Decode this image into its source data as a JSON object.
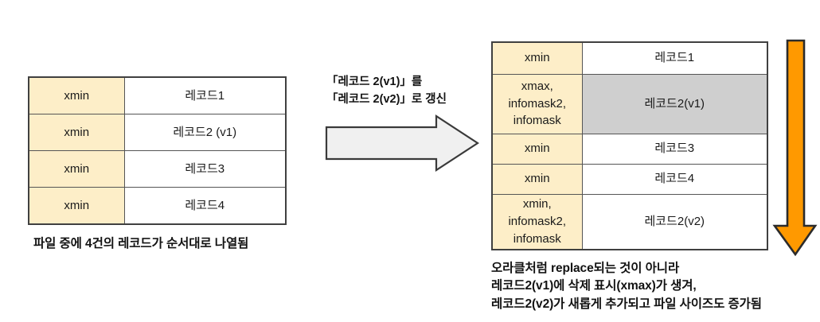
{
  "page": {
    "top_strip_text": "",
    "background": "#ffffff",
    "key_cell_color": "#fdeec8",
    "dead_cell_color": "#cfcfcf",
    "orange_arrow_color": "#ff9900",
    "gray_arrow_color": "#f0f0f0",
    "border_color": "#404040"
  },
  "left_table": {
    "name": "before-update-file-layout",
    "rows": [
      {
        "key": "xmin",
        "value": "레코드1",
        "dead": false
      },
      {
        "key": "xmin",
        "value": "레코드2 (v1)",
        "dead": false
      },
      {
        "key": "xmin",
        "value": "레코드3",
        "dead": false
      },
      {
        "key": "xmin",
        "value": "레코드4",
        "dead": false
      }
    ]
  },
  "left_caption": "파일 중에 4건의 레코드가 순서대로 나열됨",
  "update_note": "「레코드 2(v1)」를\n「레코드 2(v2)」로 갱신",
  "right_table": {
    "name": "after-update-file-layout",
    "rows": [
      {
        "key": "xmin",
        "key_lines": [
          "xmin"
        ],
        "value": "레코드1",
        "dead": false,
        "height": 40
      },
      {
        "key": "xmax, infomask2, infomask",
        "key_lines": [
          "xmax,",
          "infomask2,",
          "infomask"
        ],
        "value": "레코드2(v1)",
        "dead": true,
        "height": 75
      },
      {
        "key": "xmin",
        "key_lines": [
          "xmin"
        ],
        "value": "레코드3",
        "dead": false,
        "height": 38
      },
      {
        "key": "xmin",
        "key_lines": [
          "xmin"
        ],
        "value": "레코드4",
        "dead": false,
        "height": 38
      },
      {
        "key": "xmin, infomask2, infomask",
        "key_lines": [
          "xmin,",
          "infomask2,",
          "infomask"
        ],
        "value": "레코드2(v2)",
        "dead": false,
        "height": 70
      }
    ]
  },
  "right_caption": "오라클처럼 replace되는 것이 아니라\n레코드2(v1)에 삭제 표시(xmax)가 생겨,\n레코드2(v2)가 새롭게 추가되고 파일 사이즈도 증가됨",
  "arrows": {
    "transform_arrow": "right-block-arrow",
    "growth_arrow": "down-block-arrow"
  }
}
